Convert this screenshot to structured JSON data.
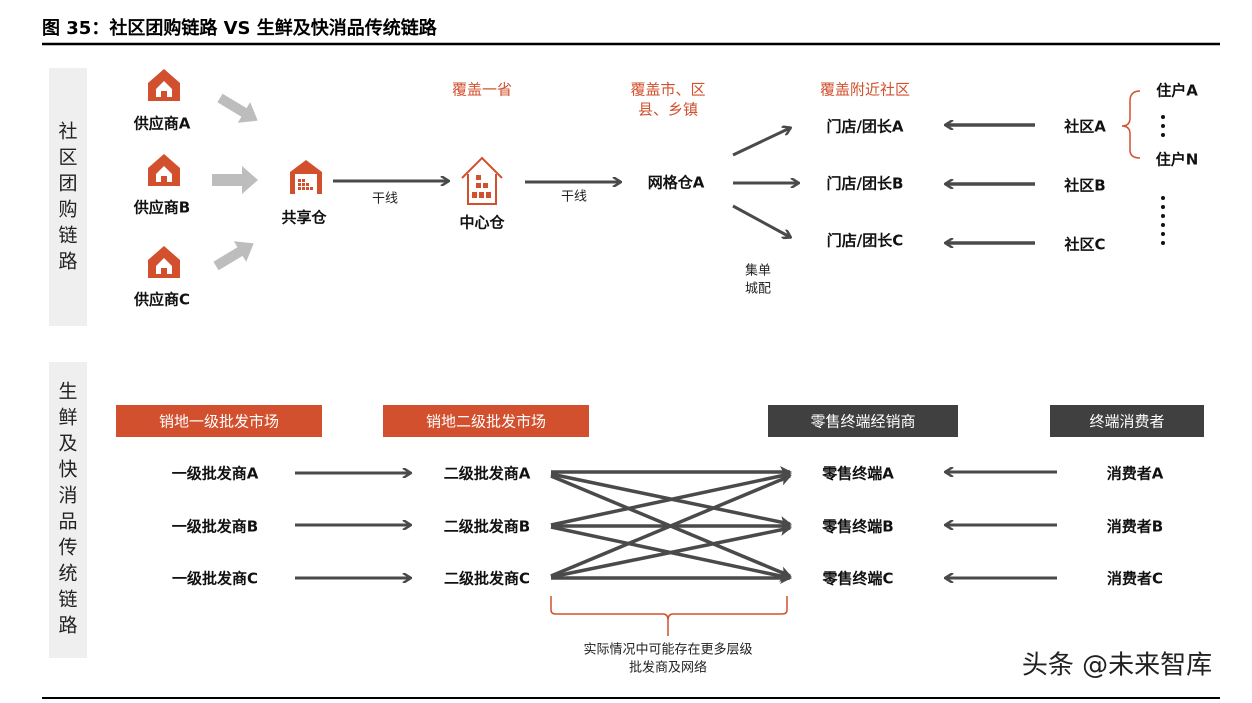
{
  "title": "图 35：社区团购链路 VS 生鲜及快消品传统链路",
  "colors": {
    "accent": "#d2502e",
    "arrow": "#4a4a4a",
    "light_arrow": "#bdbdbd",
    "panel": "#efefef",
    "dark_header": "#404040"
  },
  "top": {
    "side_label": [
      "社",
      "区",
      "团",
      "购",
      "链",
      "路"
    ],
    "suppliers": [
      "供应商A",
      "供应商B",
      "供应商C"
    ],
    "shared_warehouse": "共享仓",
    "trunk_label_1": "干线",
    "central_warehouse": "中心仓",
    "trunk_label_2": "干线",
    "grid_warehouse": "网格仓A",
    "coverage_province": "覆盖一省",
    "coverage_city_line1": "覆盖市、区",
    "coverage_city_line2": "县、乡镇",
    "coverage_nearby": "覆盖附近社区",
    "consolidation_line1": "集单",
    "consolidation_line2": "城配",
    "stores": [
      "门店/团长A",
      "门店/团长B",
      "门店/团长C"
    ],
    "communities": [
      "社区A",
      "社区B",
      "社区C"
    ],
    "residents": [
      "住户A",
      "住户N"
    ]
  },
  "bottom": {
    "side_label": [
      "生",
      "鲜",
      "及",
      "快",
      "消",
      "品",
      "传",
      "统",
      "链",
      "路"
    ],
    "headers": [
      "销地一级批发市场",
      "销地二级批发市场",
      "零售终端经销商",
      "终端消费者"
    ],
    "primary_wholesalers": [
      "一级批发商A",
      "一级批发商B",
      "一级批发商C"
    ],
    "secondary_wholesalers": [
      "二级批发商A",
      "二级批发商B",
      "二级批发商C"
    ],
    "retail_terminals": [
      "零售终端A",
      "零售终端B",
      "零售终端C"
    ],
    "consumers": [
      "消费者A",
      "消费者B",
      "消费者C"
    ],
    "note_line1": "实际情况中可能存在更多层级",
    "note_line2": "批发商及网络"
  },
  "watermark": "头条 @未来智库"
}
